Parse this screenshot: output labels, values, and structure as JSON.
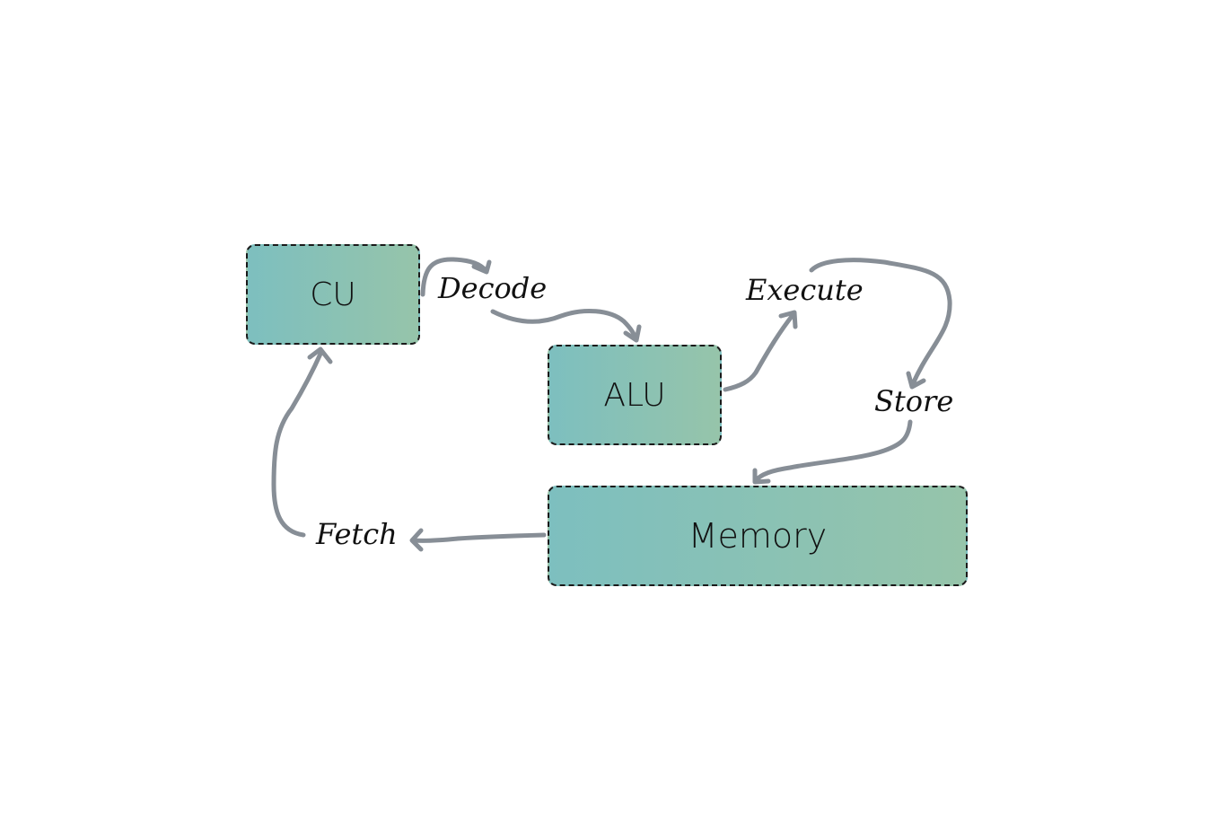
{
  "diagram": {
    "title": "CPU instruction cycle",
    "nodes": [
      {
        "id": "cu",
        "label": "CU"
      },
      {
        "id": "alu",
        "label": "ALU"
      },
      {
        "id": "memory",
        "label": "Memory"
      }
    ],
    "edge_labels": {
      "decode": "Decode",
      "execute": "Execute",
      "store": "Store",
      "fetch": "Fetch"
    },
    "edges": [
      {
        "from": "CU",
        "to": "ALU",
        "label": "Decode"
      },
      {
        "from": "ALU",
        "to": "Memory",
        "label": "Execute / Store"
      },
      {
        "from": "Memory",
        "to": "CU",
        "label": "Fetch"
      }
    ],
    "colors": {
      "box_gradient_start": "#7dbfbf",
      "box_gradient_end": "#96c4aa",
      "box_border": "#1a1a1a",
      "arrow": "#878e96",
      "text": "#111111"
    }
  }
}
